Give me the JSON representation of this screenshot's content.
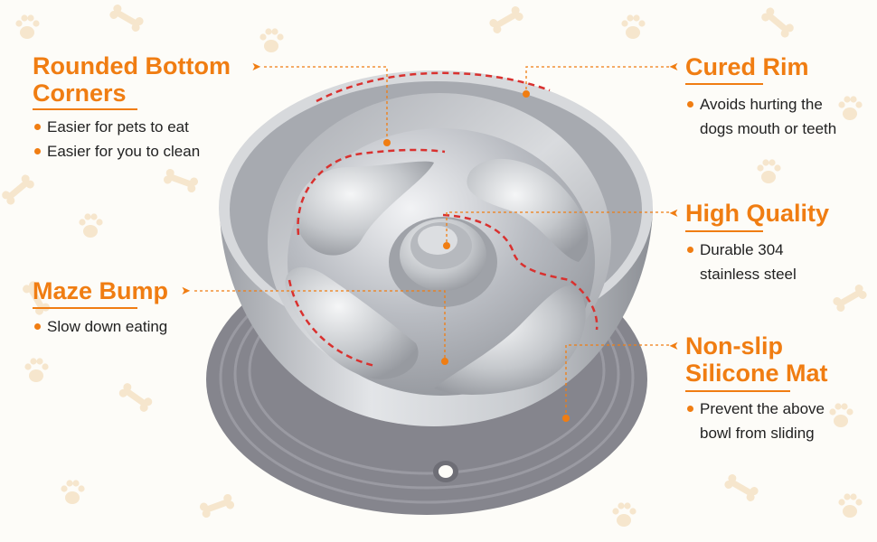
{
  "colors": {
    "accent": "#f07d12",
    "text": "#222222",
    "background": "#fdfcf8",
    "dash_red": "#d9312f",
    "mat_gray": "#85858d"
  },
  "callouts": {
    "rounded_bottom": {
      "title_line1": "Rounded Bottom",
      "title_line2": "Corners",
      "bullets": [
        "Easier for pets to eat",
        "Easier for you to clean"
      ]
    },
    "maze_bump": {
      "title": "Maze Bump",
      "bullets": [
        "Slow down eating"
      ]
    },
    "cured_rim": {
      "title": "Cured Rim",
      "bullet_line1": "Avoids hurting the",
      "bullet_line2": "dogs mouth or teeth"
    },
    "high_quality": {
      "title": "High Quality",
      "bullet_line1": "Durable 304",
      "bullet_line2": "stainless steel"
    },
    "non_slip": {
      "title_line1": "Non-slip",
      "title_line2": "Silicone Mat",
      "bullet_line1": "Prevent the above",
      "bullet_line2": "bowl from sliding"
    }
  },
  "icons": [
    "paw-print-icon",
    "bone-icon",
    "arrow-right-icon",
    "arrow-left-icon"
  ]
}
